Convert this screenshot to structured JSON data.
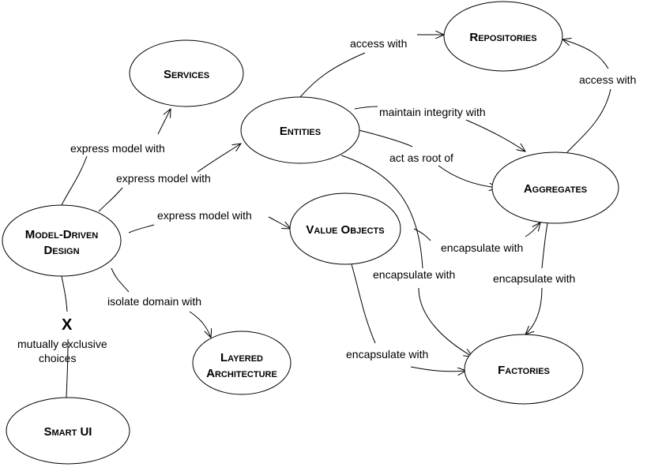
{
  "nodes": {
    "repositories": "Repositories",
    "services": "Services",
    "entities": "Entities",
    "aggregates": "Aggregates",
    "model_driven_1": "Model-Driven",
    "model_driven_2": "Design",
    "value_objects": "Value Objects",
    "layered_1": "Layered",
    "layered_2": "Architecture",
    "factories": "Factories",
    "smart_ui": "Smart UI"
  },
  "edges": {
    "mdd_services": "express model with",
    "mdd_entities": "express model with",
    "mdd_value_objects": "express model with",
    "mdd_layered": "isolate domain with",
    "exclusive_mark": "X",
    "exclusive_1": "mutually exclusive",
    "exclusive_2": "choices",
    "entities_repositories": "access with",
    "entities_aggregates_integrity": "maintain integrity with",
    "entities_aggregates_root": "act as root of",
    "aggregates_repositories": "access with",
    "value_objects_aggregates": "encapsulate with",
    "entities_factories": "encapsulate with",
    "aggregates_factories": "encapsulate with",
    "value_objects_factories": "encapsulate with"
  }
}
